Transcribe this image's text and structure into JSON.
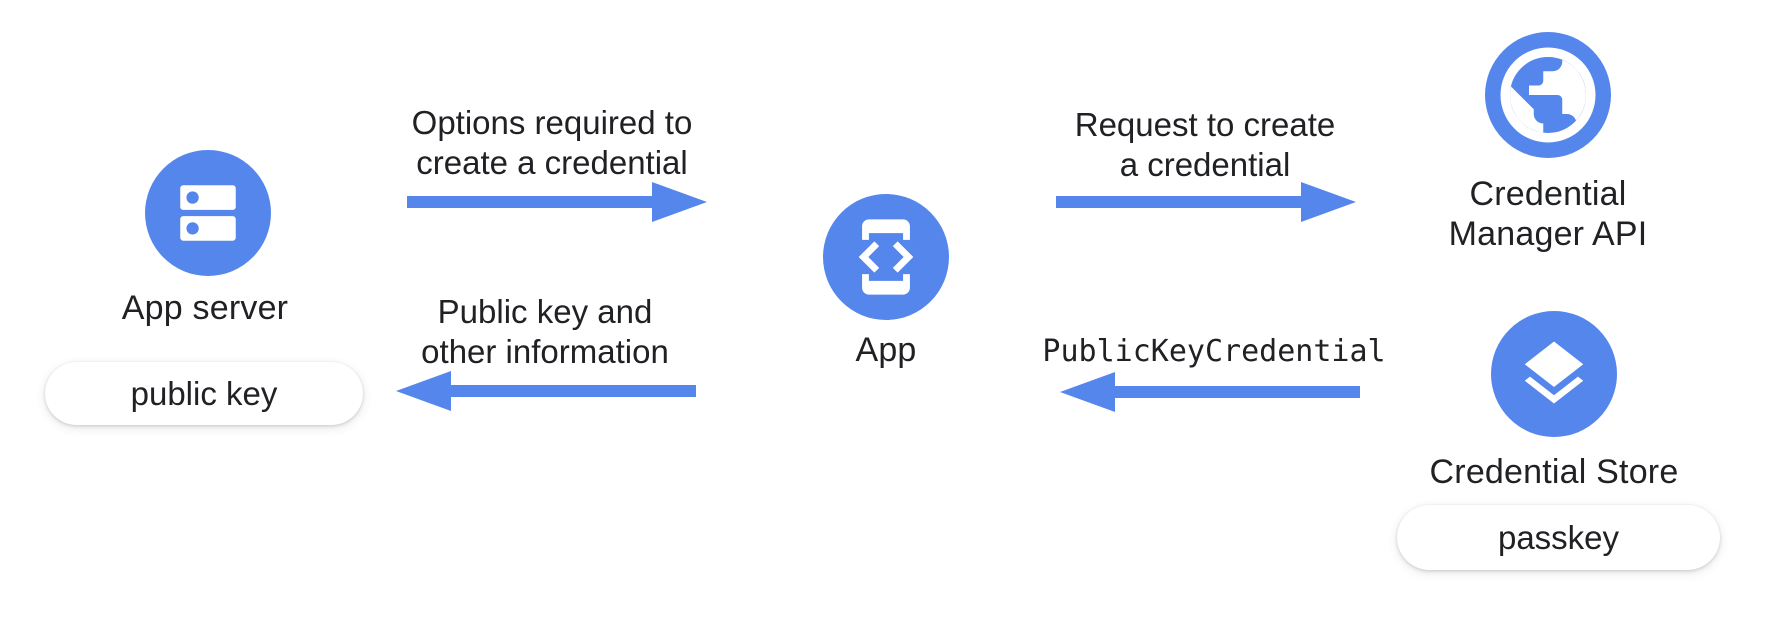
{
  "palette": {
    "node_blue": "#5586EC",
    "arrow_blue": "#5586EC",
    "text_dark": "#202124",
    "pill_background": "#ffffff",
    "canvas_background": "#ffffff"
  },
  "nodes": {
    "app_server": {
      "label": "App server",
      "icon": "server-dns-icon",
      "artifact": "public key"
    },
    "app": {
      "label": "App",
      "icon": "phone-code-icon"
    },
    "credential_manager_api": {
      "label": "Credential Manager API",
      "icon": "globe-icon"
    },
    "credential_store": {
      "label": "Credential Store",
      "icon": "layers-icon",
      "artifact": "passkey"
    }
  },
  "flows": [
    {
      "from": "app_server",
      "to": "app",
      "direction": "right",
      "label": "Options required to create a credential"
    },
    {
      "from": "app",
      "to": "app_server",
      "direction": "left",
      "label": "Public key and other information"
    },
    {
      "from": "app",
      "to": "credential_manager_api",
      "direction": "right",
      "label": "Request to create a credential"
    },
    {
      "from": "credential_store",
      "to": "app",
      "direction": "left",
      "label": "PublicKeyCredential",
      "code": true
    }
  ]
}
